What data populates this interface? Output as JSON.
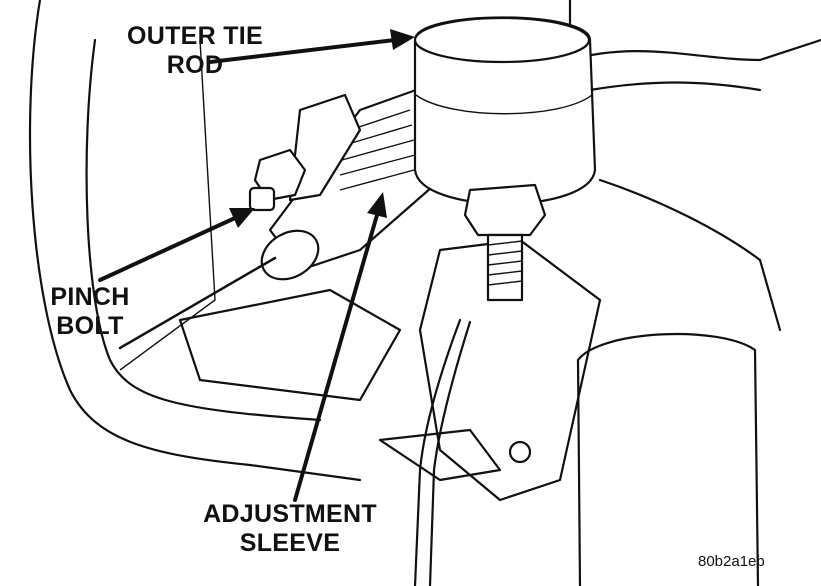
{
  "labels": {
    "outer_tie_rod": [
      "OUTER TIE",
      "ROD"
    ],
    "pinch_bolt": [
      "PINCH",
      "BOLT"
    ],
    "adjustment_sleeve": [
      "ADJUSTMENT",
      "SLEEVE"
    ]
  },
  "figure_code": "80b2a1eb"
}
